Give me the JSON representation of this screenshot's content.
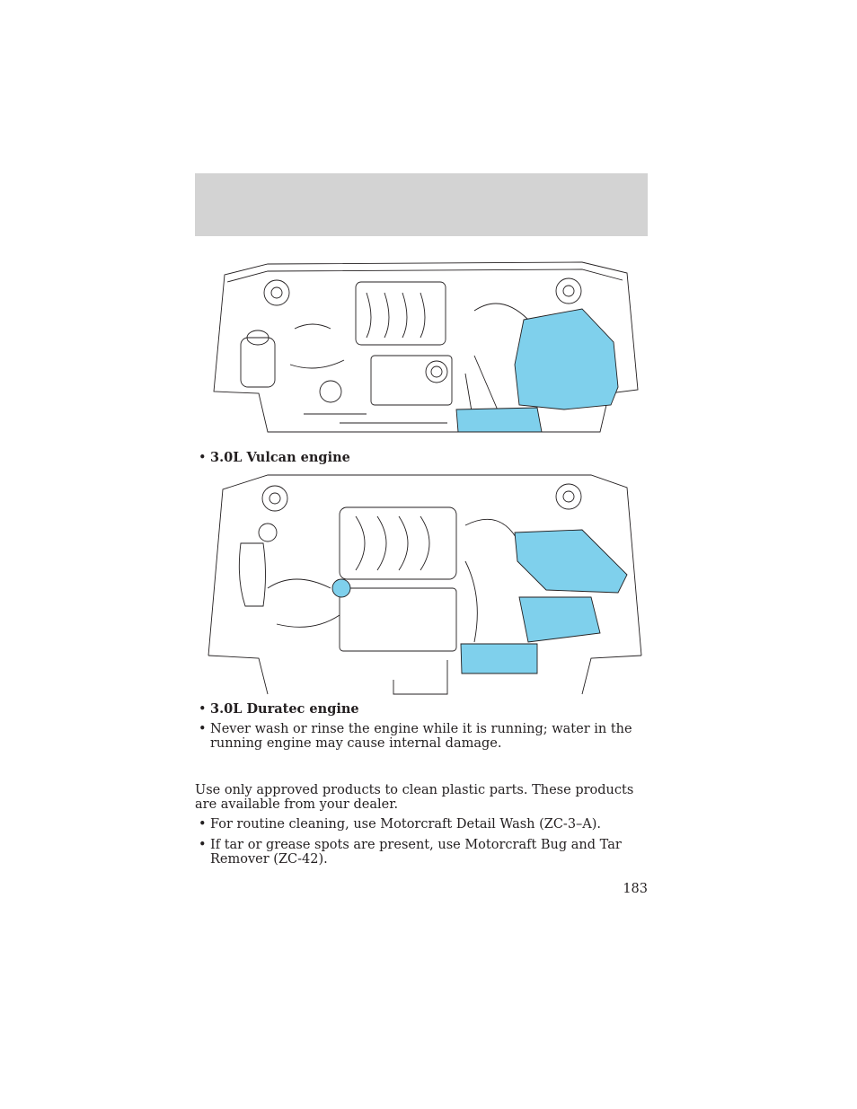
{
  "header": {
    "band_color": "#d3d3d3"
  },
  "figures": [
    {
      "id": "vulcan",
      "highlight_color": "#7fd0ec"
    },
    {
      "id": "duratec",
      "highlight_color": "#7fd0ec"
    }
  ],
  "captions": {
    "vulcan": "3.0L Vulcan engine",
    "duratec": "3.0L Duratec engine"
  },
  "bullets_top": [
    "Never wash or rinse the engine while it is running; water in the running engine may cause internal damage."
  ],
  "paragraph": "Use only approved products to clean plastic parts. These products are available from your dealer.",
  "bullets_bottom": [
    "For routine cleaning, use Motorcraft Detail Wash (ZC-3–A).",
    "If tar or grease spots are present, use Motorcraft Bug and Tar Remover (ZC-42)."
  ],
  "page_number": "183",
  "bullet_glyph": "•"
}
